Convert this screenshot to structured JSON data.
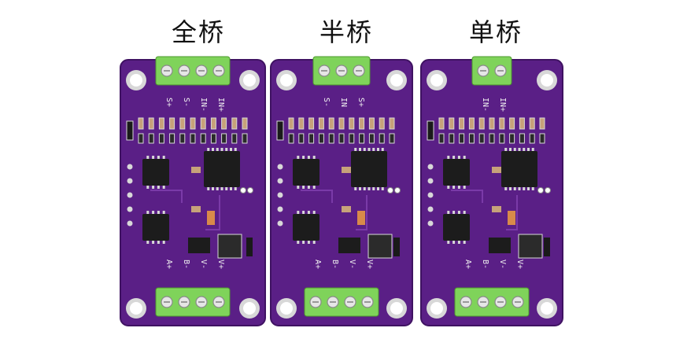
{
  "colors": {
    "pcb": "#5a1f86",
    "pcb_edge": "#3f1262",
    "pcb_light": "#7a3aa8",
    "terminal": "#7fd35a",
    "terminal_dark": "#4e9a2e",
    "chip": "#1c1c1c",
    "silk": "#f2f2f2",
    "pad": "#d8d8d8",
    "smd_tan": "#c7a27a",
    "smd_orange": "#d88a4a"
  },
  "boards": [
    {
      "title": "全桥",
      "top_pins": [
        "S+",
        "S-",
        "IN-",
        "IN+"
      ],
      "bottom_pins": [
        "A+",
        "B-",
        "V-",
        "V+"
      ],
      "top_terminals": 4
    },
    {
      "title": "半桥",
      "top_pins": [
        "S-",
        "IN",
        "S+"
      ],
      "bottom_pins": [
        "A+",
        "B-",
        "V-",
        "V+"
      ],
      "top_terminals": 3
    },
    {
      "title": "单桥",
      "top_pins": [
        "IN-",
        "IN+"
      ],
      "bottom_pins": [
        "A+",
        "B-",
        "V-",
        "V+"
      ],
      "top_terminals": 2
    }
  ]
}
